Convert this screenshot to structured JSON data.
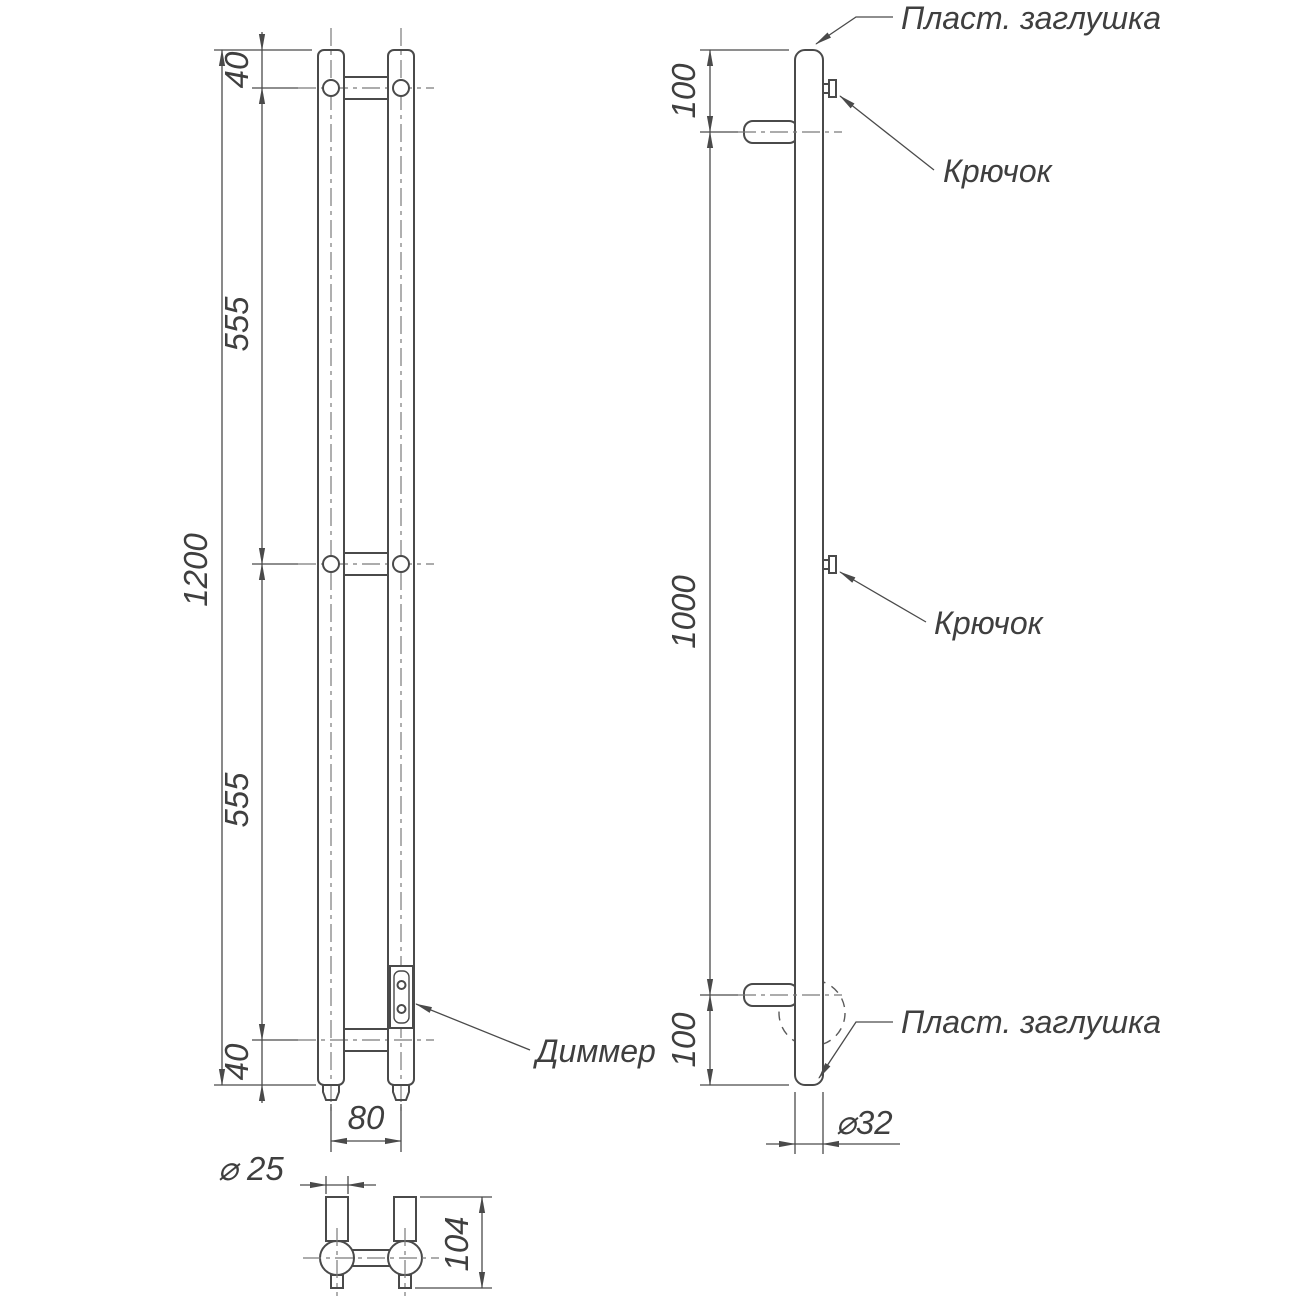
{
  "front_view": {
    "dim_top": "40",
    "dim_upper": "555",
    "dim_overall": "1200",
    "dim_lower": "555",
    "dim_bottom": "40",
    "dim_width": "80",
    "dimmer_label": "Диммер"
  },
  "side_view": {
    "dim_top": "100",
    "dim_middle": "1000",
    "dim_bottom": "100",
    "dim_diameter": "⌀32",
    "label_plug_top": "Пласт. заглушка",
    "label_plug_bottom": "Пласт. заглушка",
    "label_hook_top": "Крючок",
    "label_hook_bottom": "Крючок"
  },
  "top_view": {
    "dim_diameter": "⌀ 25",
    "dim_depth": "104"
  },
  "colors": {
    "line": "#4a4a4a",
    "centerline": "#7a7a7a",
    "text": "#3f3f3f",
    "background": "#ffffff"
  }
}
